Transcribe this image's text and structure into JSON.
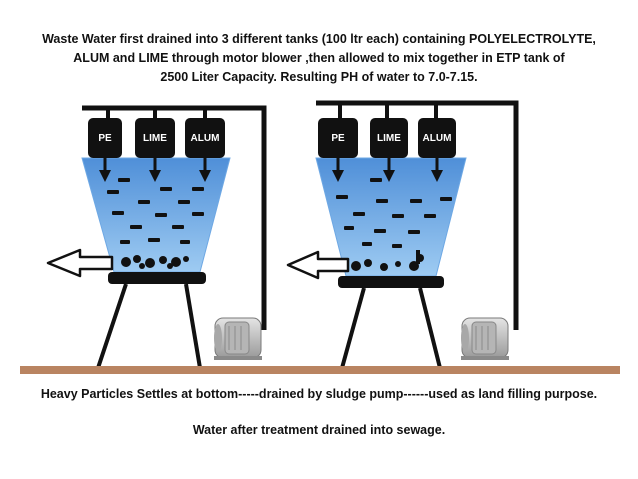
{
  "title": {
    "line1": "Waste Water first drained into 3 different tanks (100 ltr each) containing POLYELECTROLYTE,",
    "line2": "ALUM and LIME through motor blower ,then allowed to mix together in ETP tank of",
    "line3": "2500 Liter Capacity. Resulting PH of water to 7.0-7.15."
  },
  "left_unit": {
    "chemicals": [
      "PE",
      "LIME",
      "ALUM"
    ]
  },
  "right_unit": {
    "chemicals": [
      "PE",
      "LIME",
      "ALUM"
    ]
  },
  "footer": {
    "note1": "Heavy Particles Settles at bottom-----drained by sludge pump------used as land filling purpose.",
    "note2": "Water after treatment drained into sewage."
  },
  "colors": {
    "water": "#5b9fe0",
    "ground": "#b98461",
    "dark": "#111111",
    "motor": "#c9c9c9"
  }
}
